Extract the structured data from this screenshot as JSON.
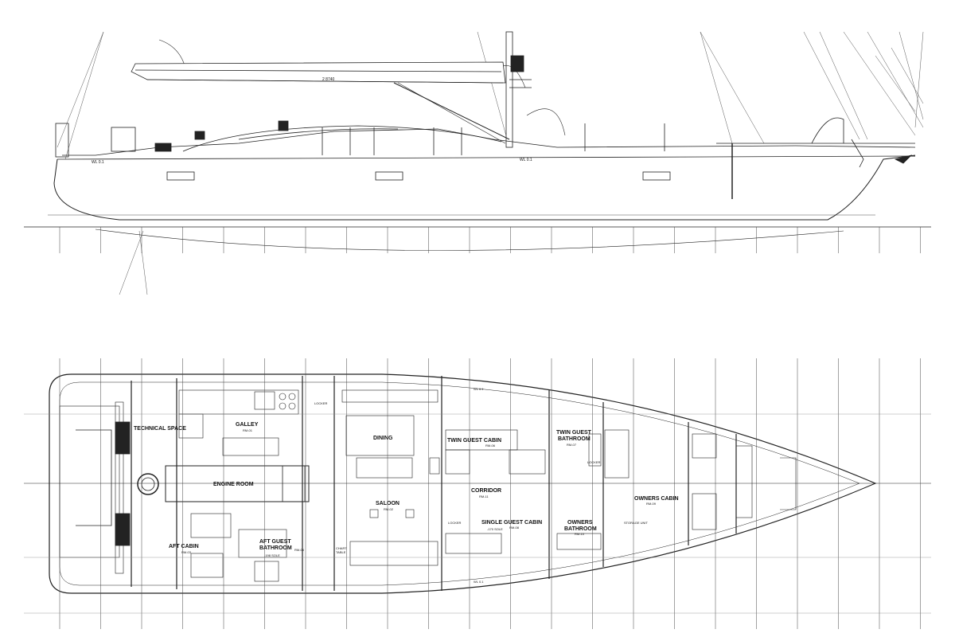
{
  "profile": {
    "boom_dimension": "2 8740",
    "waterline_mark_fwd": "WL 0.1",
    "waterline_mark_hull": "WL 0.1"
  },
  "rooms": {
    "technical_space": "TECHNICAL SPACE",
    "galley": "GALLEY",
    "galley_code": "RM-01",
    "engine_room": "ENGINE ROOM",
    "aft_cabin": "AFT CABIN",
    "aft_cabin_code": "RM-03",
    "aft_guest_bathroom_1": "AFT GUEST",
    "aft_guest_bathroom_2": "BATHROOM",
    "aft_guest_bathroom_code": "RM-04",
    "aft_guest_sole": "-198 SOLE",
    "dining": "DINING",
    "saloon": "SALOON",
    "saloon_code": "RM-02",
    "chart_table_1": "CHART",
    "chart_table_2": "TABLE",
    "locker_saloon": "LOCKER",
    "twin_guest_cabin": "TWIN GUEST CABIN",
    "twin_guest_cabin_code": "RM-06",
    "twin_guest_bathroom_1": "TWIN GUEST",
    "twin_guest_bathroom_2": "BATHROOM",
    "twin_guest_bathroom_code": "RM-07",
    "locker_twin": "LOCKER",
    "corridor": "CORRIDOR",
    "corridor_code": "RM-11",
    "locker_corridor": "LOCKER",
    "single_guest_cabin": "SINGLE GUEST CABIN",
    "single_guest_code": "RM-08",
    "single_guest_sole": "-170 SOLE",
    "owners_bathroom_1": "OWNERS",
    "owners_bathroom_2": "BATHROOM",
    "owners_bathroom_code": "RM-10",
    "owners_cabin": "OWNERS CABIN",
    "owners_cabin_code": "RM-09",
    "storage_unit": "STORAGE UNIT",
    "plan_wl_top": "WL 0.1",
    "plan_wl_bottom": "WL 0.1"
  }
}
